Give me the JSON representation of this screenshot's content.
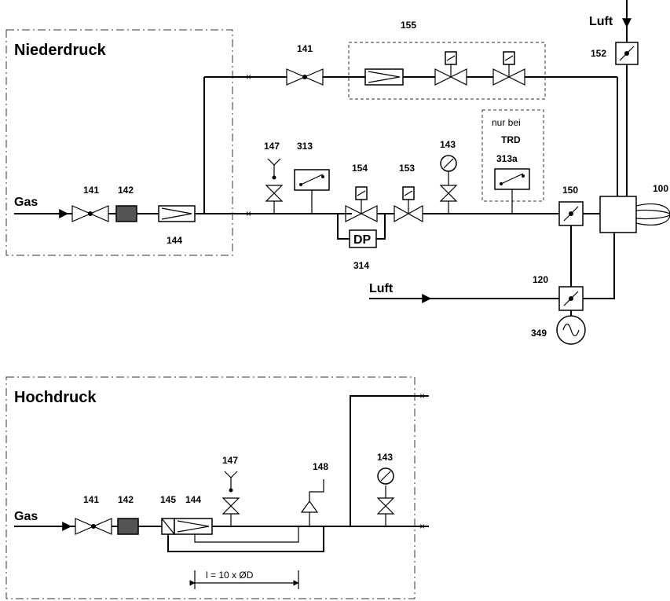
{
  "sections": {
    "low": "Niederdruck",
    "high": "Hochdruck",
    "trd_note_line1": "nur bei",
    "trd_note_line2": "TRD"
  },
  "media": {
    "gas": "Gas",
    "air": "Luft"
  },
  "labels": {
    "n141a": "141",
    "n142a": "142",
    "n144a": "144",
    "n141b": "141",
    "n155": "155",
    "n147a": "147",
    "n313": "313",
    "n154": "154",
    "n153": "153",
    "n143a": "143",
    "n313a": "313a",
    "n150": "150",
    "n100": "100",
    "n152": "152",
    "n314": "314",
    "dp": "DP",
    "n120": "120",
    "n349": "349",
    "n141c": "141",
    "n142c": "142",
    "n145": "145",
    "n144c": "144",
    "n147c": "147",
    "n148": "148",
    "n143c": "143",
    "dimension": "l = 10 x ØD"
  },
  "colors": {
    "line": "#000000",
    "boundary": "#333333",
    "background": "#ffffff"
  }
}
